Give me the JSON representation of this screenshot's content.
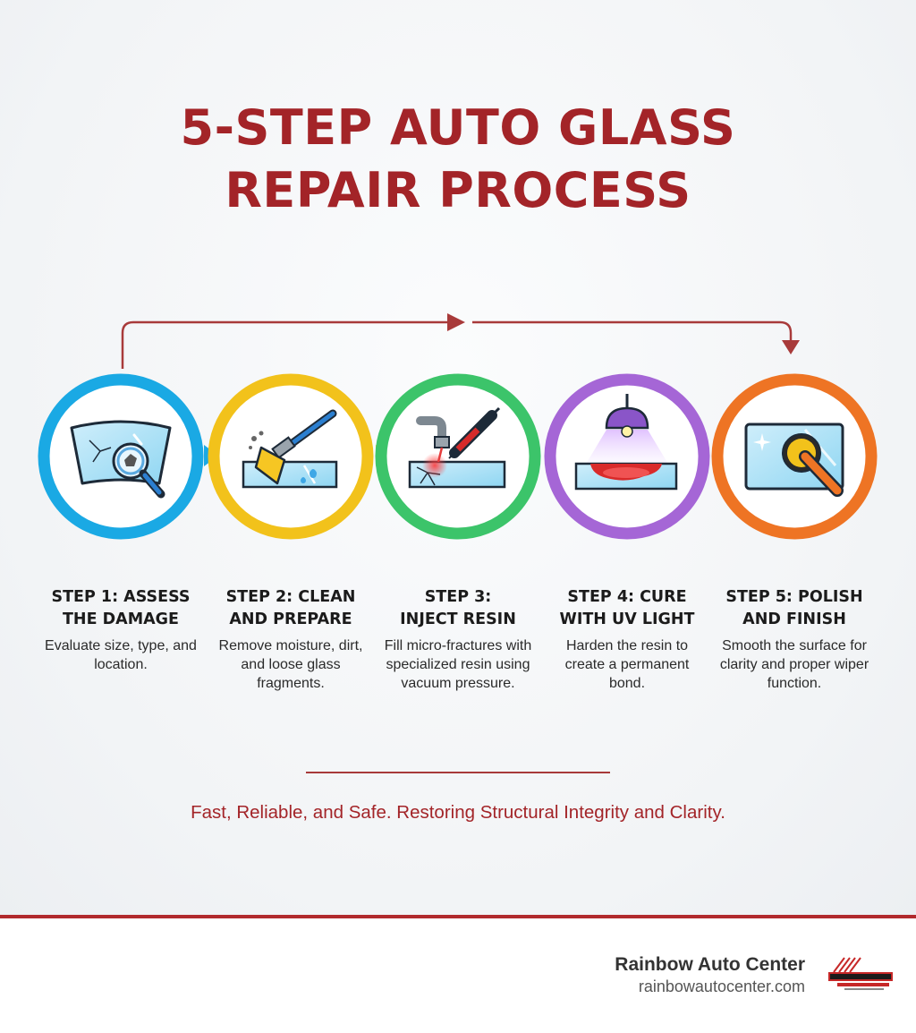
{
  "title_line1": "5-STEP AUTO GLASS",
  "title_line2": "REPAIR PROCESS",
  "steps": [
    {
      "title_line1": "STEP 1: ASSESS",
      "title_line2": "THE DAMAGE",
      "desc": "Evaluate size, type, and location.",
      "color": "#1aa9e4",
      "icon": "cracked-windshield-magnifier-icon"
    },
    {
      "title_line1": "STEP 2: CLEAN",
      "title_line2": "AND PREPARE",
      "desc": "Remove moisture, dirt, and loose glass fragments.",
      "color": "#f2c21b",
      "icon": "cleaning-brush-icon"
    },
    {
      "title_line1": "STEP 3:",
      "title_line2": "INJECT RESIN",
      "desc": "Fill micro-fractures with specialized resin using vacuum pressure.",
      "color": "#3cc46a",
      "icon": "resin-injector-icon"
    },
    {
      "title_line1": "STEP 4: CURE",
      "title_line2": "WITH UV LIGHT",
      "desc": "Harden the resin to create a permanent bond.",
      "color": "#a566d6",
      "icon": "uv-lamp-icon"
    },
    {
      "title_line1": "STEP 5: POLISH",
      "title_line2": "AND FINISH",
      "desc": "Smooth the surface for clarity and proper wiper function.",
      "color": "#ee7424",
      "icon": "polisher-icon"
    }
  ],
  "tagline": "Fast, Reliable, and Safe. Restoring Structural Integrity and Clarity.",
  "footer": {
    "brand_name": "Rainbow Auto Center",
    "brand_url": "rainbowautocenter.com",
    "logo_icon": "rainbow-logo-icon"
  },
  "colors": {
    "accent": "#a32428"
  }
}
